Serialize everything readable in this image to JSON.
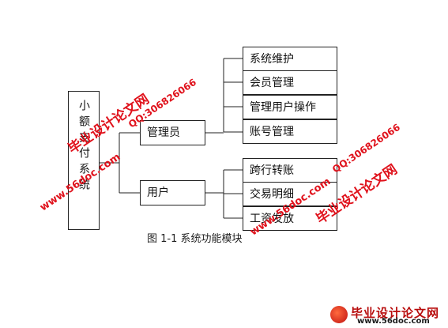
{
  "diagram": {
    "root_label": "小额支付系统",
    "admin": {
      "label": "管理员",
      "children": [
        "系统维护",
        "会员管理",
        "管理用户操作",
        "账号管理"
      ]
    },
    "user": {
      "label": "用户",
      "children": [
        "跨行转账",
        "交易明细",
        "工资发放"
      ]
    },
    "caption": "图 1-1 系统功能模块"
  },
  "watermarks": {
    "brand": "毕业设计论文网",
    "site": "www.56doc.com",
    "qq": "QQ:306826066"
  },
  "footer": {
    "title": "毕业设计论文网",
    "site": "www.56doc.com"
  },
  "colors": {
    "watermark": "#e0121c",
    "line": "#222222"
  }
}
